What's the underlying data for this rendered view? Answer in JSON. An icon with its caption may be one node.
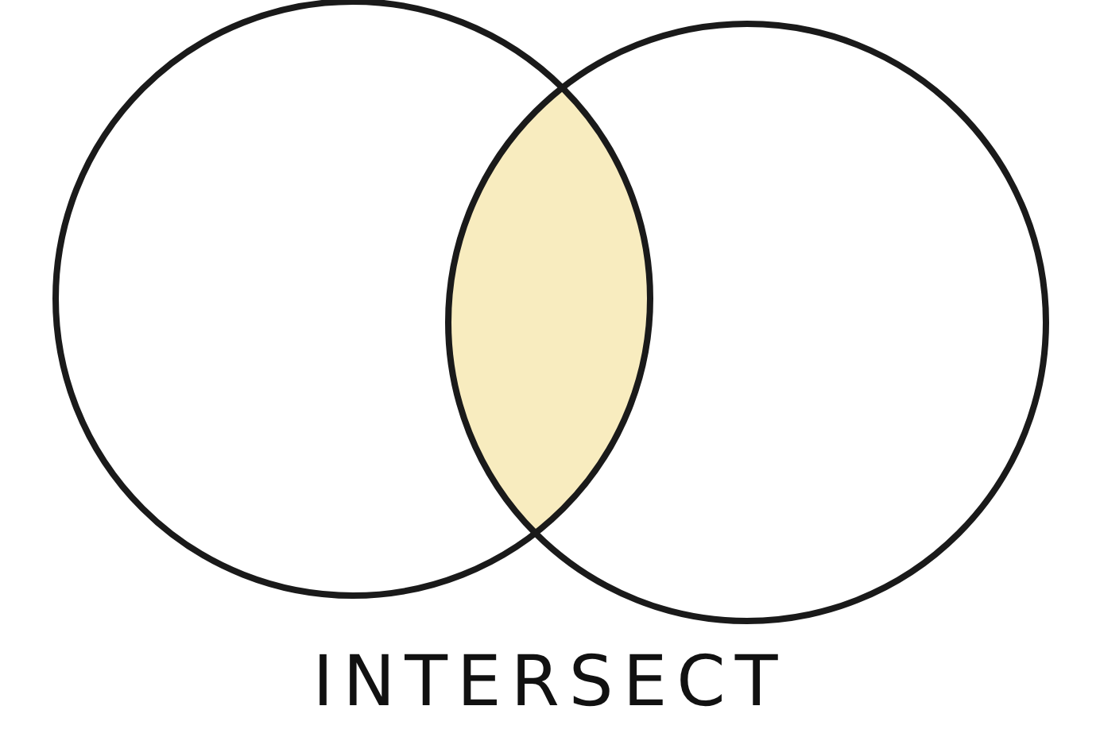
{
  "diagram": {
    "caption": "INTERSECT",
    "nodes": [
      {
        "text": [],
        "shape": "circle"
      },
      {
        "text": [],
        "shape": "circle"
      },
      {
        "text": [],
        "shape": "lens"
      }
    ],
    "edges": []
  }
}
